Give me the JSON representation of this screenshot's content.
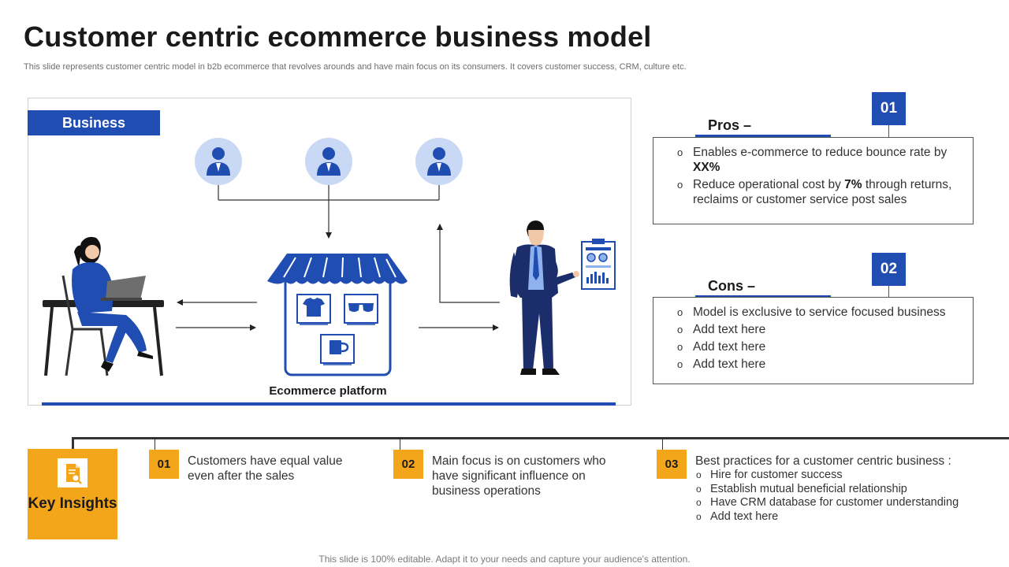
{
  "header": {
    "title": "Customer centric ecommerce business model",
    "subtitle": "This slide represents customer centric model in b2b ecommerce that revolves arounds and have main focus on its consumers. It covers customer success, CRM, culture etc."
  },
  "diagram": {
    "business_label": "Business",
    "platform_label": "Ecommerce platform",
    "icons": [
      "user-icon",
      "user-icon",
      "user-icon",
      "customer-at-laptop",
      "storefront-icon",
      "tshirt-icon",
      "sunglasses-icon",
      "mug-icon",
      "businessman",
      "report-clipboard-icon"
    ]
  },
  "pros": {
    "badge": "01",
    "heading": "Pros –",
    "items": [
      {
        "pre": "Enables e-commerce to reduce bounce rate by ",
        "bold": "XX%",
        "post": ""
      },
      {
        "pre": "Reduce operational cost by ",
        "bold": "7%",
        "post": " through returns, reclaims or customer service post sales"
      }
    ]
  },
  "cons": {
    "badge": "02",
    "heading": "Cons –",
    "items": [
      "Model is exclusive to service focused business",
      "Add text here",
      "Add text here",
      "Add text here"
    ]
  },
  "insights": {
    "label": "Key Insights",
    "items": [
      {
        "num": "01",
        "text": "Customers have equal value even after the sales"
      },
      {
        "num": "02",
        "text": "Main focus is on customers who have significant influence on business operations"
      },
      {
        "num": "03",
        "text": "Best practices for a customer centric business :",
        "list": [
          "Hire for customer success",
          "Establish mutual beneficial relationship",
          "Have CRM database for customer understanding",
          "Add text here"
        ]
      }
    ]
  },
  "bullet_glyph": "o",
  "colors": {
    "accent_blue": "#1f4db1",
    "light_blue": "#c9d8f5",
    "accent_orange": "#f4a61b",
    "dark_navy": "#1b2d6b"
  },
  "footer": "This slide is 100% editable. Adapt it to your needs and capture your audience's attention."
}
